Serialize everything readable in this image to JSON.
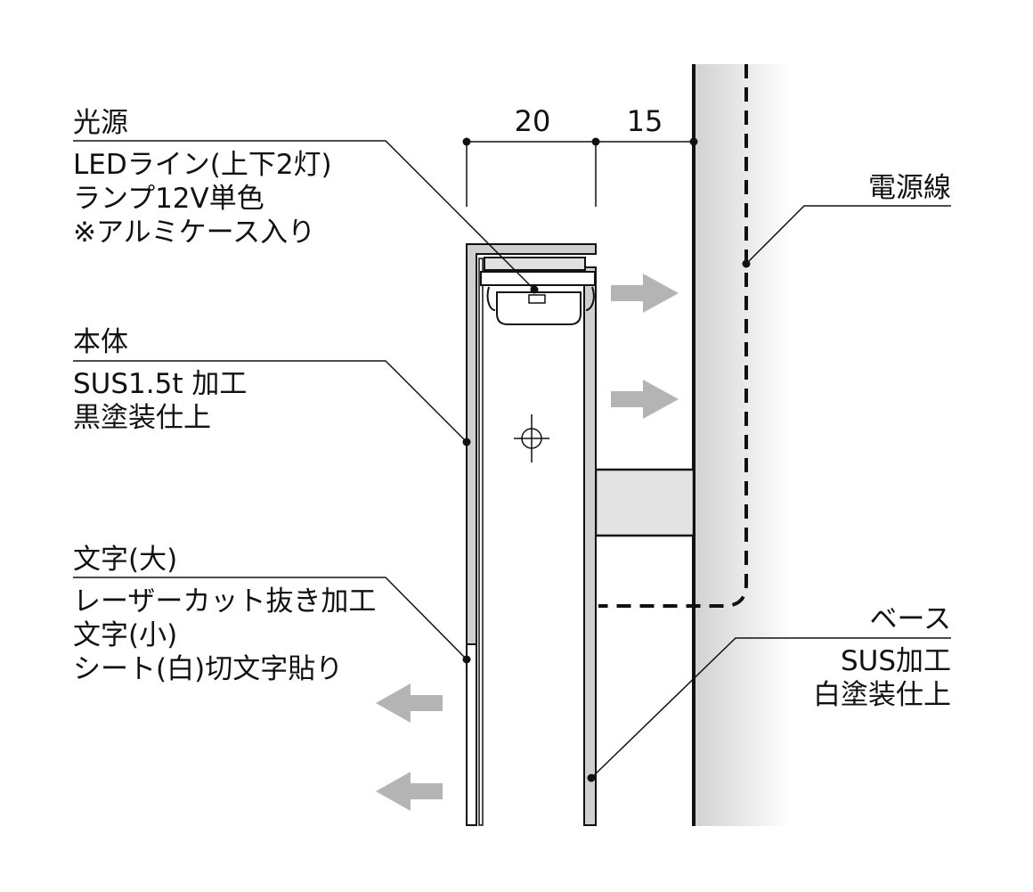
{
  "dimensions": {
    "left": "20",
    "right": "15"
  },
  "labels": {
    "light_source": {
      "title": "光源",
      "lines": [
        "LEDライン(上下2灯)",
        "ランプ12V単色",
        "※アルミケース入り"
      ]
    },
    "power_cable": {
      "title": "電源線"
    },
    "body": {
      "title": "本体",
      "lines": [
        "SUS1.5t 加工",
        "黒塗装仕上"
      ]
    },
    "letters": {
      "title": "文字(大)",
      "lines": [
        "レーザーカット抜き加工",
        "文字(小)",
        "シート(白)切文字貼り"
      ]
    },
    "base": {
      "title": "ベース",
      "lines": [
        "SUS加工",
        "白塗装仕上"
      ]
    }
  },
  "colors": {
    "line": "#111111",
    "panel_fill": "#cfcfcf",
    "arrow": "#b4b4b4",
    "wall_gradient_start": "#d2d2d2",
    "wall_gradient_end": "#ffffff"
  }
}
